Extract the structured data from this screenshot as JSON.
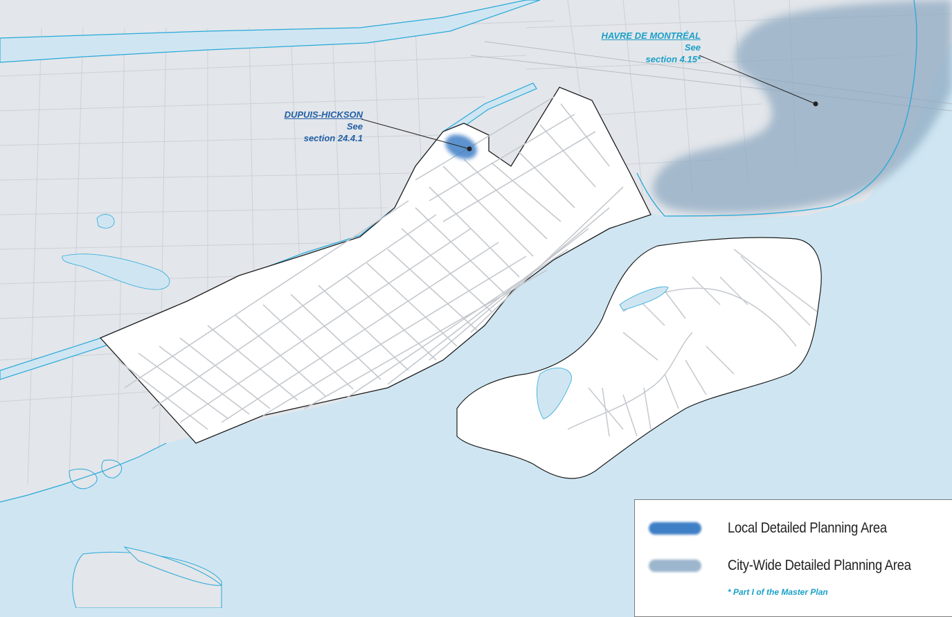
{
  "colors": {
    "water": "#cfe6f2",
    "land": "#e3e6ea",
    "focus_land": "#ffffff",
    "street": "#c4c8cd",
    "shoreline": "#27a8d9",
    "boundary": "#1b1b1b",
    "local_area": "#3f7fc6",
    "citywide_area": "#8faac2",
    "label_dark": "#215fa5",
    "label_light": "#1aa0c8"
  },
  "callouts": {
    "havre": {
      "title": "HAVRE DE MONTRÉAL",
      "line1": "See",
      "line2": "section 4.15*"
    },
    "dupuis": {
      "title": "DUPUIS-HICKSON",
      "line1": "See",
      "line2": "section 24.4.1"
    }
  },
  "legend": {
    "local_label": "Local Detailed Planning Area",
    "citywide_label": "City-Wide Detailed Planning Area",
    "note": "* Part I of the Master Plan"
  }
}
